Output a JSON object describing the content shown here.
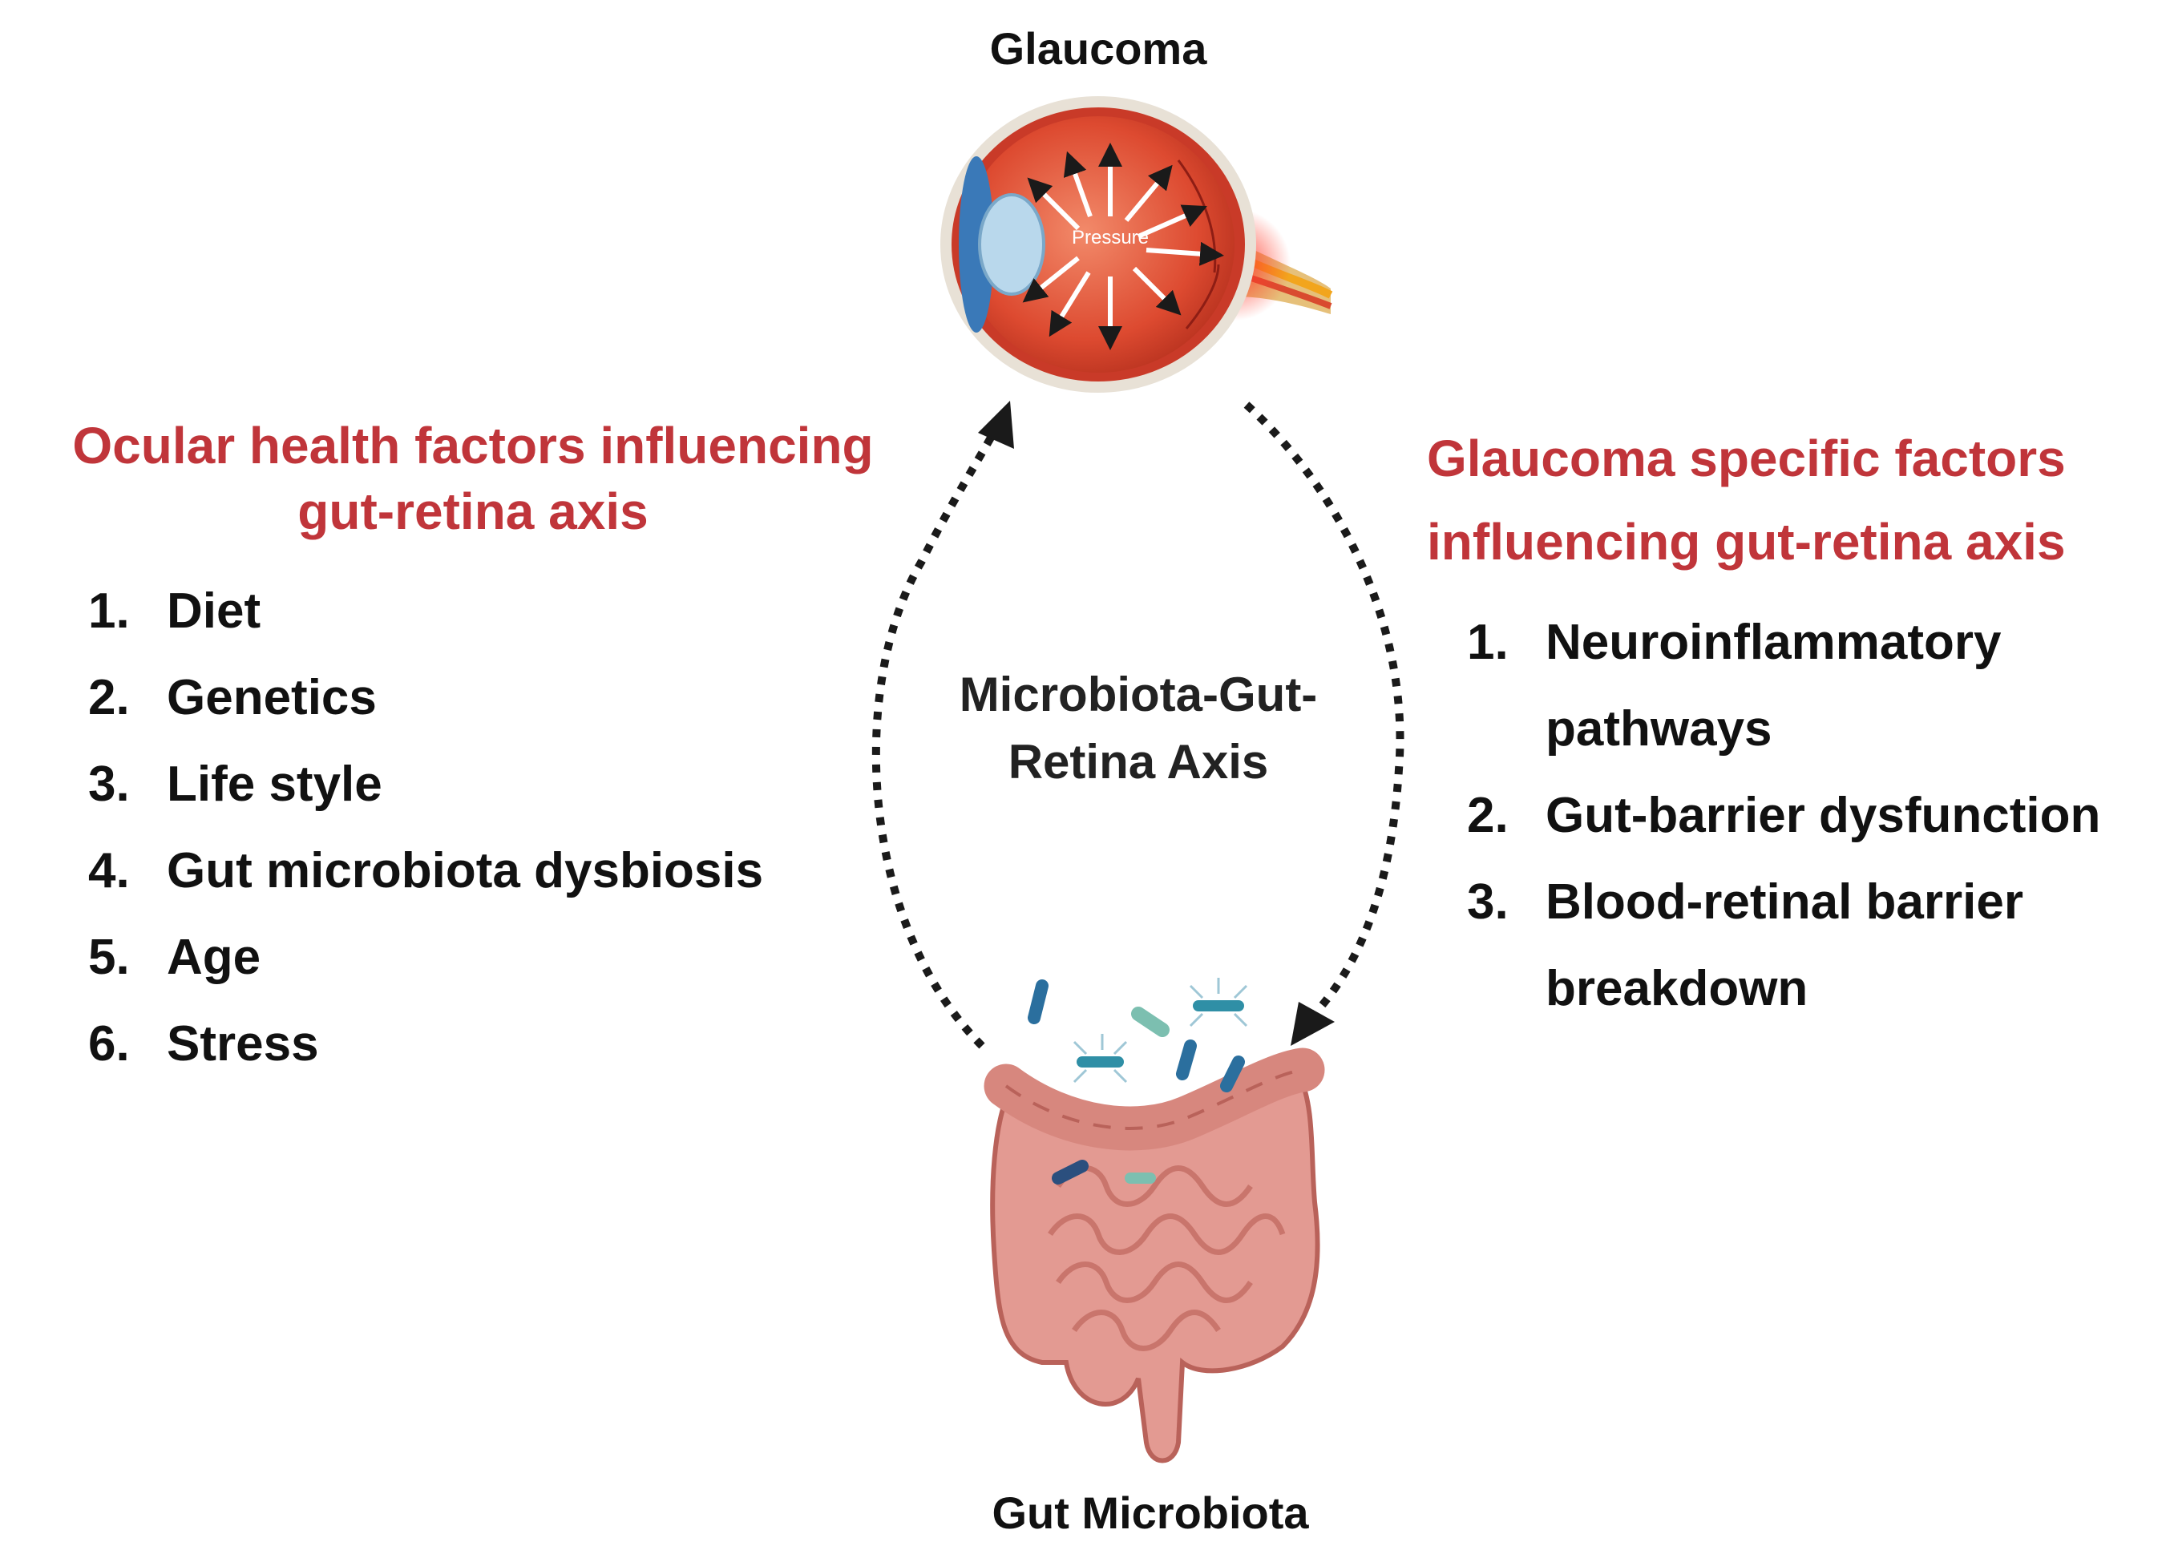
{
  "colors": {
    "heading_red": "#c0353a",
    "text_dark": "#111111",
    "eye_red": "#d9432c",
    "gut_pink": "#e39a92",
    "bacteria_teal": "#2f8fa6",
    "arrow": "#1a1a1a"
  },
  "top_node": {
    "label": "Glaucoma",
    "pressure_label": "Pressure",
    "icon": "eye-glaucoma-icon"
  },
  "bottom_node": {
    "label": "Gut Microbiota",
    "icon": "intestine-bacteria-icon"
  },
  "center_label": {
    "line1": "Microbiota-Gut-",
    "line2": "Retina Axis"
  },
  "left_panel": {
    "heading_line1": "Ocular health factors influencing",
    "heading_line2": "gut-retina axis",
    "items": [
      {
        "num": "1.",
        "text": "Diet"
      },
      {
        "num": "2.",
        "text": "Genetics"
      },
      {
        "num": "3.",
        "text": "Life style"
      },
      {
        "num": "4.",
        "text": "Gut microbiota dysbiosis"
      },
      {
        "num": "5.",
        "text": "Age"
      },
      {
        "num": "6.",
        "text": "Stress"
      }
    ]
  },
  "right_panel": {
    "heading_line1": "Glaucoma specific factors",
    "heading_line2": "influencing gut-retina axis",
    "items": [
      {
        "num": "1.",
        "line1": "Neuroinflammatory",
        "line2": "pathways"
      },
      {
        "num": "2.",
        "line1": "Gut-barrier dysfunction",
        "line2": ""
      },
      {
        "num": "3.",
        "line1": "Blood-retinal barrier",
        "line2": "breakdown"
      }
    ]
  }
}
